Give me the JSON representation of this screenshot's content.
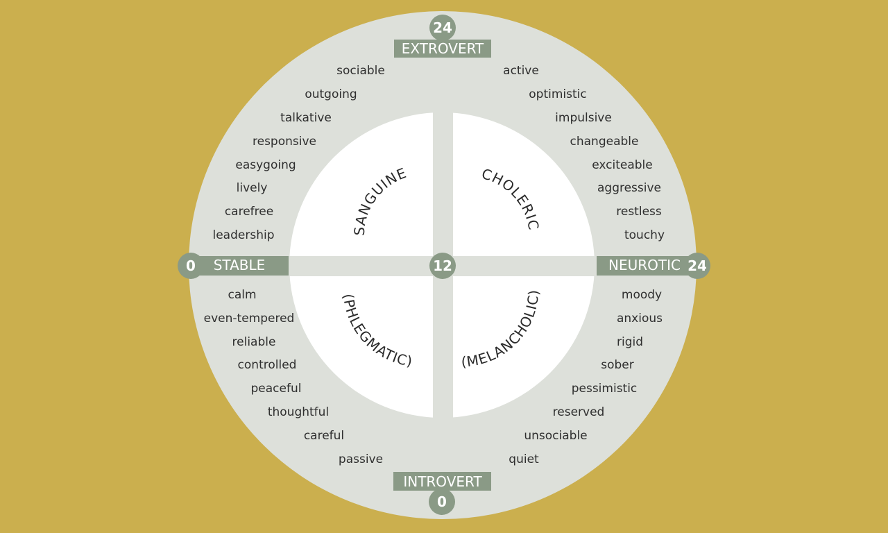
{
  "colors": {
    "background": "#cbaf4e",
    "outer_disc": "#dde0da",
    "inner_quadrants": "#ffffff",
    "axis_band": "#dde0da",
    "badges": "#8a9a86"
  },
  "axes": {
    "top": {
      "label": "EXTROVERT",
      "value": "24"
    },
    "bottom": {
      "label": "INTROVERT",
      "value": "0"
    },
    "left": {
      "label": "STABLE",
      "value": "0"
    },
    "right": {
      "label": "NEUROTIC",
      "value": "24"
    },
    "center_value": "12"
  },
  "temperaments": {
    "top_left": "(SANGUINE)",
    "top_right": "(CHOLERIC)",
    "bottom_left": "(PHLEGMATIC)",
    "bottom_right": "(MELANCHOLIC)"
  },
  "traits": {
    "top_left": [
      "sociable",
      "outgoing",
      "talkative",
      "responsive",
      "easygoing",
      "lively",
      "carefree",
      "leadership"
    ],
    "top_right": [
      "active",
      "optimistic",
      "impulsive",
      "changeable",
      "exciteable",
      "aggressive",
      "restless",
      "touchy"
    ],
    "bottom_left": [
      "calm",
      "even-tempered",
      "reliable",
      "controlled",
      "peaceful",
      "thoughtful",
      "careful",
      "passive"
    ],
    "bottom_right": [
      "moody",
      "anxious",
      "rigid",
      "sober",
      "pessimistic",
      "reserved",
      "unsociable",
      "quiet"
    ]
  }
}
